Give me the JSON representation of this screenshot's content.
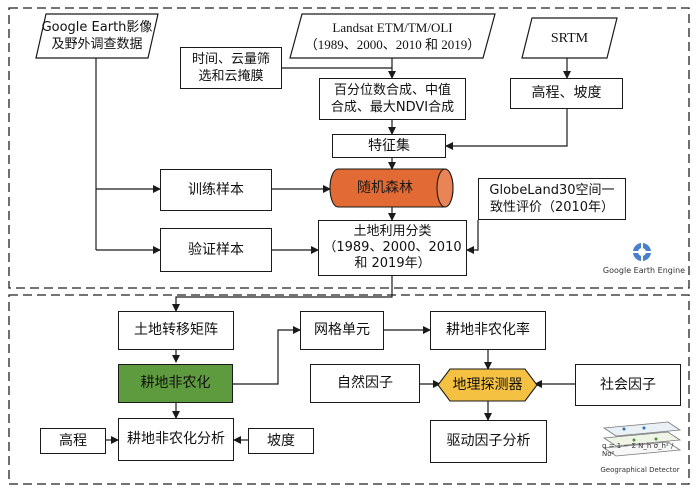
{
  "section_top": {
    "sources": {
      "ge_field": "Google Earth影像\n及野外调查数据",
      "landsat": "Landsat ETM/TM/OLI\n（1989、2000、2010 和 2019）",
      "srtm": "SRTM"
    },
    "preprocess": "时间、云量筛\n选和云掩膜",
    "composites": "百分位数合成、中值\n合成、最大NDVI合成",
    "terrain": "高程、坡度",
    "feature_set": "特征集",
    "training_samples": "训练样本",
    "random_forest": "随机森林",
    "validation_samples": "验证样本",
    "land_use": "土地利用分类\n（1989、2000、2010\n和 2019年）",
    "globeland": "GlobeLand30空间一\n致性评价（2010年）",
    "gee_logo": "Google Earth Engine"
  },
  "section_bottom": {
    "transfer_matrix": "土地转移矩阵",
    "farmland_nonagri": "耕地非农化",
    "grid_unit": "网格单元",
    "nonagri_rate": "耕地非农化率",
    "natural_factors": "自然因子",
    "geodetector": "地理探测器",
    "social_factors": "社会因子",
    "elevation": "高程",
    "nonagri_analysis": "耕地非农化分析",
    "slope": "坡度",
    "driver_analysis": "驱动因子分析",
    "gd_logo": "Geographical Detector",
    "gd_formula": "q = 1 − Σ N_h σ_h² / Nσ²"
  },
  "colors": {
    "random_forest_fill": "#e26a34",
    "farmland_fill": "#5e9a3e",
    "geodetector_fill": "#f5c143",
    "border": "#1a1a1a"
  }
}
